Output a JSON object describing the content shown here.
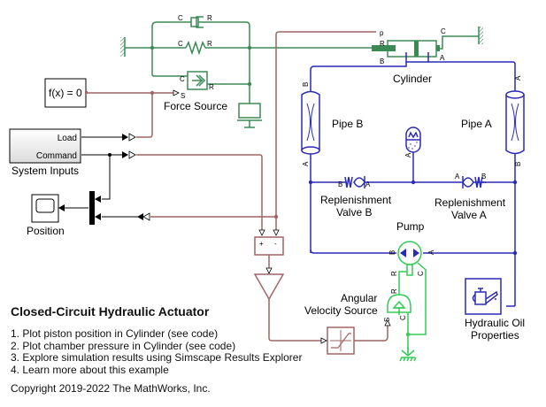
{
  "model": {
    "title": "Closed-Circuit Hydraulic Actuator",
    "links": [
      "1. Plot piston position in Cylinder (see code)",
      "2. Plot chamber pressure in Cylinder (see code)",
      "3. Explore simulation results using Simscape Results Explorer",
      "4. Learn more about this example"
    ],
    "copyright": "Copyright 2019-2022 The MathWorks, Inc."
  },
  "colors": {
    "mechanical": "#3b8a55",
    "hydraulic": "#2a2ab8",
    "signal_physical": "#a06565",
    "signal": "#000000",
    "rotational": "#33cc55"
  },
  "blocks": {
    "fx": {
      "text": "f(x) = 0"
    },
    "system_inputs": {
      "label": "System Inputs",
      "ports": [
        "Load",
        "Command"
      ]
    },
    "position": {
      "label": "Position"
    },
    "force_source": {
      "label": "Force Source",
      "ports": {
        "c": "C",
        "r": "R",
        "s": "S"
      }
    },
    "damper": {
      "ports": {
        "c": "C",
        "r": "R"
      }
    },
    "spring": {
      "ports": {
        "c": "C",
        "r": "R"
      }
    },
    "cylinder": {
      "label": "Cylinder",
      "ports": {
        "p": "p",
        "r": "R",
        "b": "B",
        "c": "C",
        "a": "A"
      }
    },
    "pipe_b": {
      "label": "Pipe B",
      "ports": {
        "top": "B",
        "bottom": "A"
      }
    },
    "pipe_a": {
      "label": "Pipe A",
      "ports": {
        "top": "A",
        "bottom": "B"
      }
    },
    "accumulator": {
      "ports": {
        "a": "A"
      }
    },
    "valve_b": {
      "label_line1": "Replenishment",
      "label_line2": "Valve B",
      "ports": {
        "left": "B",
        "right": "A"
      }
    },
    "valve_a": {
      "label_line1": "Replenishment",
      "label_line2": "Valve A",
      "ports": {
        "left": "A",
        "right": "B"
      }
    },
    "pump": {
      "label": "Pump",
      "ports": {
        "b": "B",
        "a": "A",
        "r": "R",
        "c": "C"
      }
    },
    "angular_velocity_source": {
      "label_line1": "Angular",
      "label_line2": "Velocity Source",
      "ports": {
        "r": "R",
        "c": "C",
        "s": "S"
      }
    },
    "hydraulic_oil": {
      "label_line1": "Hydraulic Oil",
      "label_line2": "Properties"
    },
    "sum": {
      "signs": [
        "+",
        "-"
      ]
    }
  }
}
